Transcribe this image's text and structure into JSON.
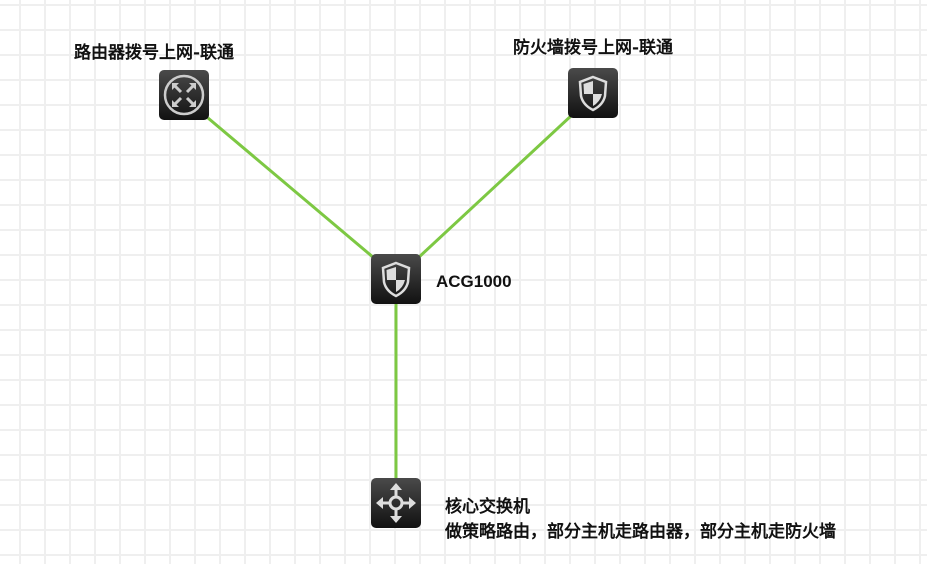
{
  "nodes": {
    "router": {
      "label": "路由器拨号上网-联通",
      "icon": "router-icon"
    },
    "firewall": {
      "label": "防火墙拨号上网-联通",
      "icon": "firewall-icon"
    },
    "acg": {
      "label": "ACG1000",
      "icon": "firewall-icon"
    },
    "switch": {
      "label": "核心交换机",
      "note": "做策略路由，部分主机走路由器，部分主机走防火墙",
      "icon": "switch-icon"
    }
  },
  "colors": {
    "link": "#7dc843",
    "node": "#1e1e1e"
  }
}
